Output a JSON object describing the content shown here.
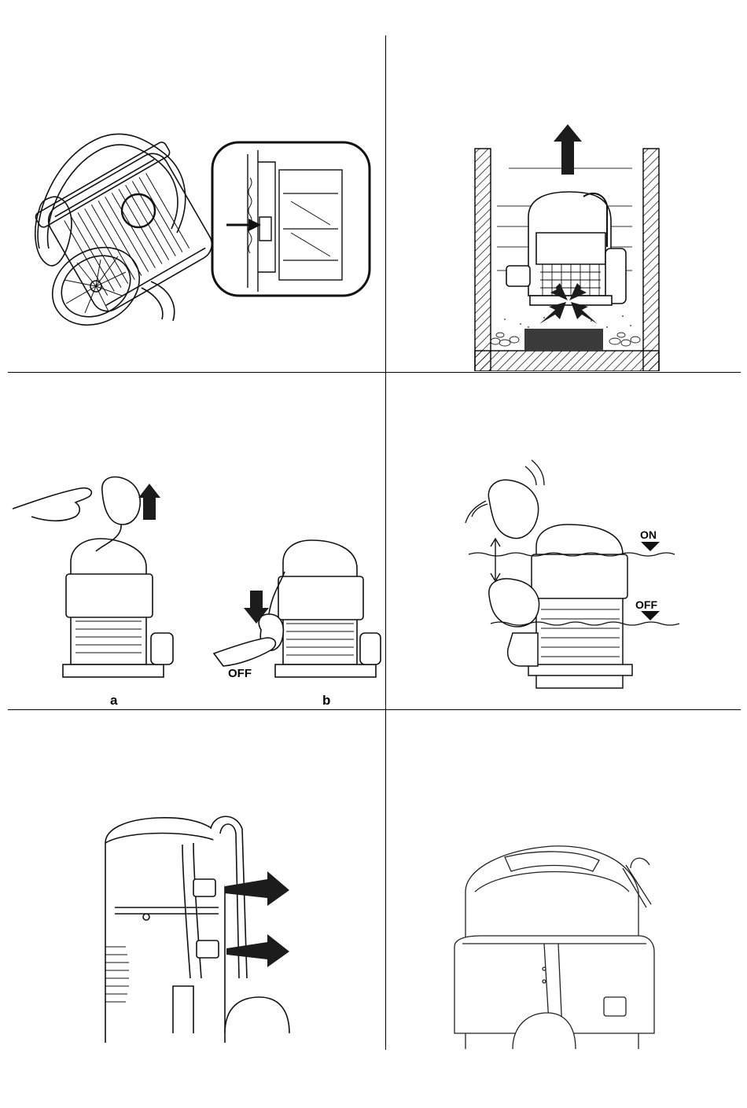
{
  "panel_3": {
    "label_a": "a",
    "label_b": "b",
    "label_off": "OFF"
  },
  "panel_4": {
    "label_on": "ON",
    "label_off": "OFF"
  },
  "colors": {
    "ink": "#111111",
    "hatch": "#222222",
    "dark_fill": "#3a3a3a",
    "line": "#000000"
  }
}
